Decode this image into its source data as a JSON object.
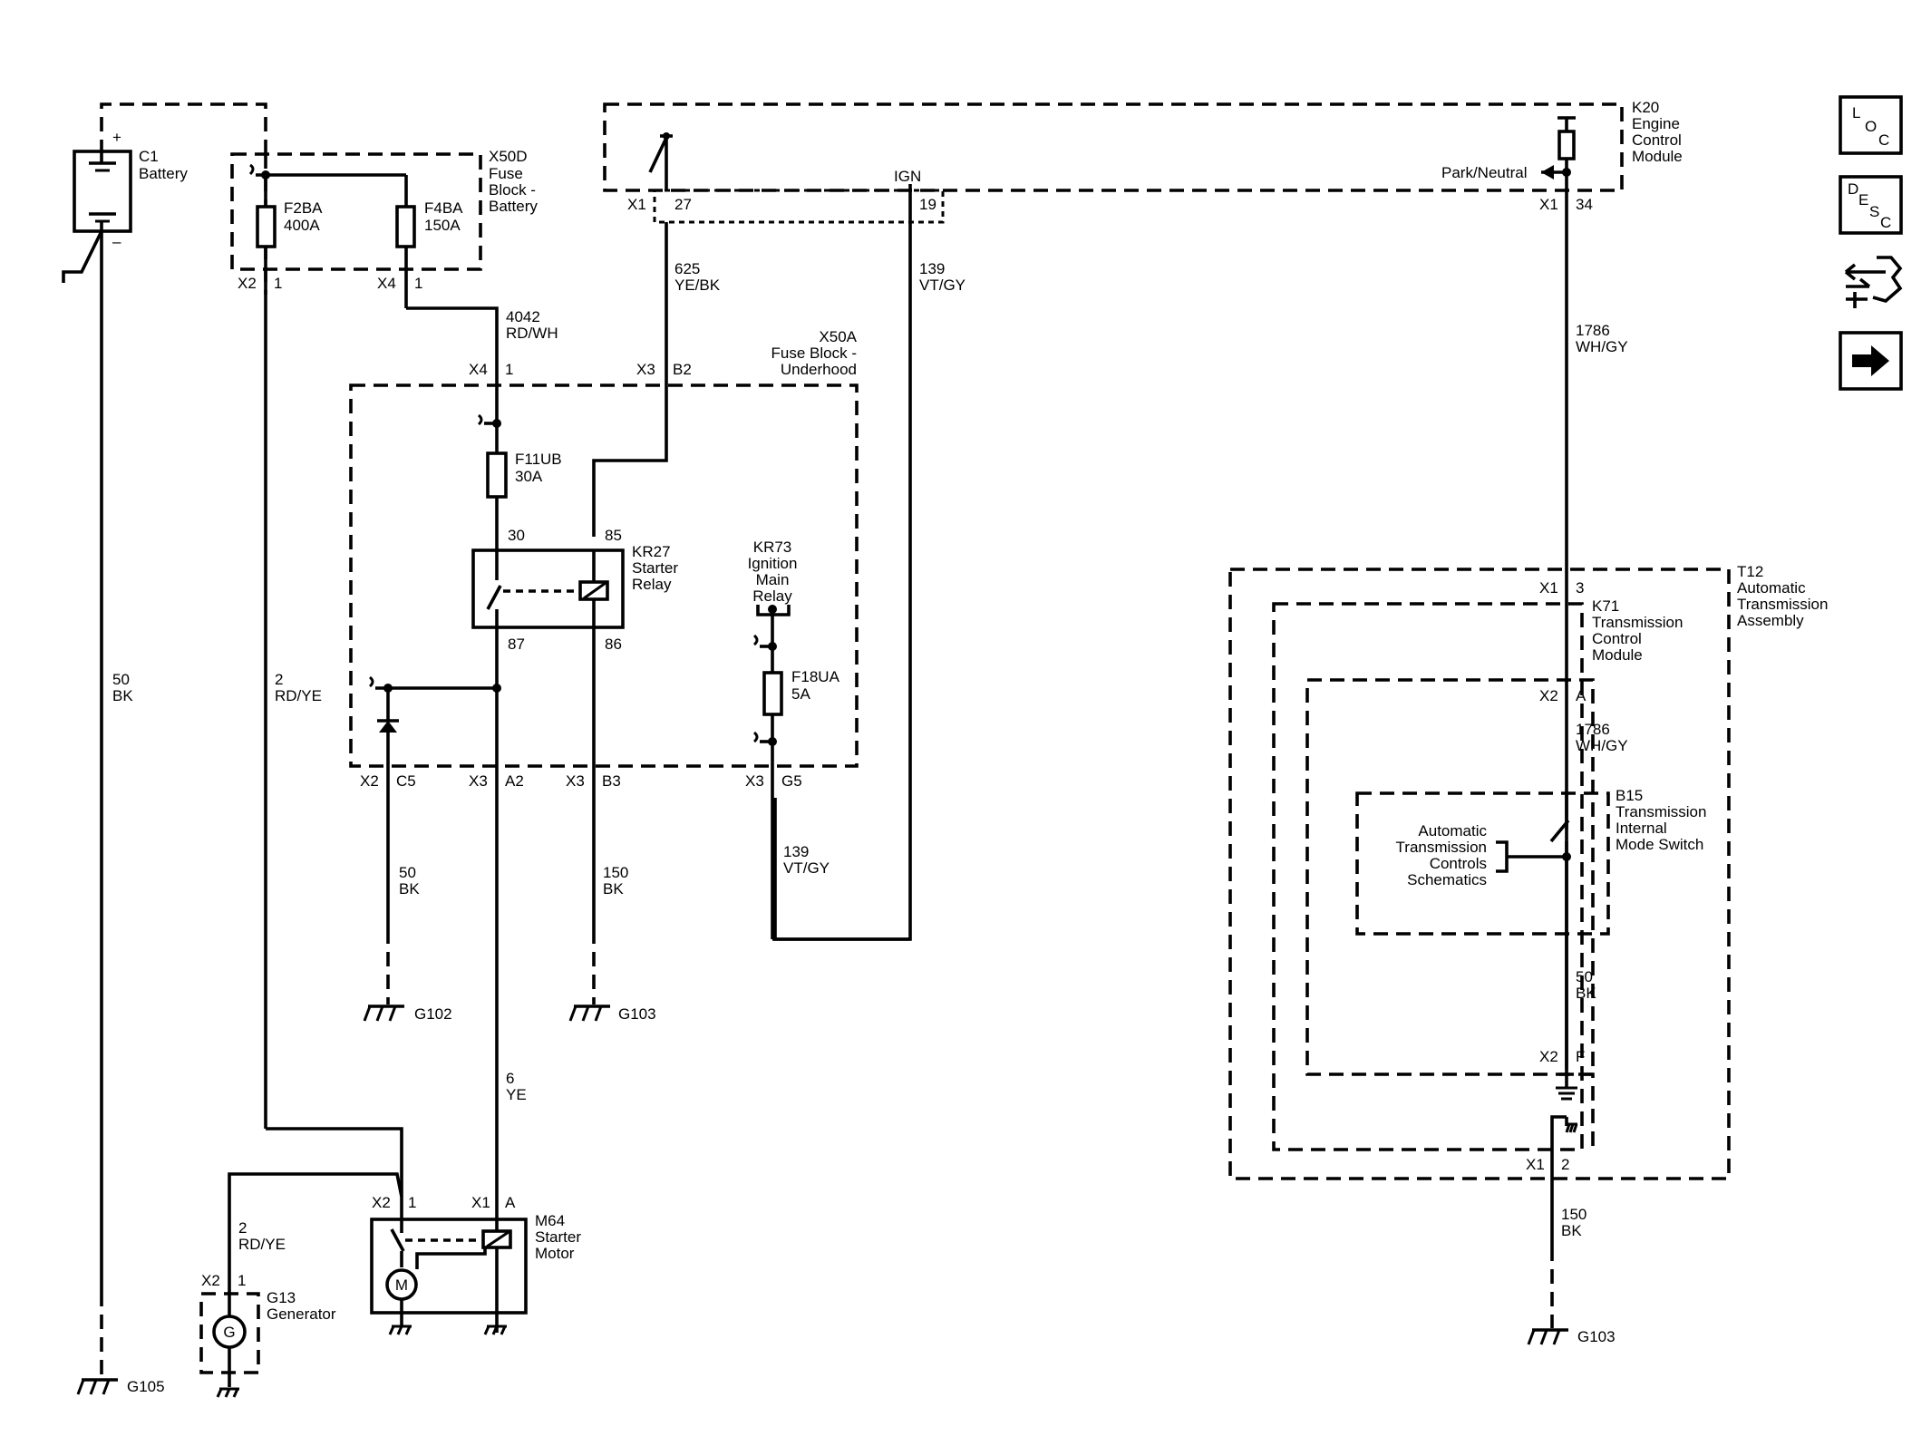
{
  "components": {
    "battery": {
      "ref": "C1",
      "name": "Battery",
      "plus": "+",
      "minus": "–"
    },
    "fuse_block_battery": {
      "ref": "X50D",
      "name_lines": [
        "Fuse",
        "Block -",
        "Battery"
      ]
    },
    "f2ba": {
      "ref": "F2BA",
      "rating": "400A"
    },
    "f4ba": {
      "ref": "F4BA",
      "rating": "150A"
    },
    "fuse_block_underhood": {
      "ref": "X50A",
      "name_lines": [
        "Fuse Block -",
        "Underhood"
      ]
    },
    "f11ub": {
      "ref": "F11UB",
      "rating": "30A"
    },
    "kr27": {
      "ref": "KR27",
      "name_lines": [
        "Starter",
        "Relay"
      ],
      "pins": [
        "30",
        "85",
        "87",
        "86"
      ]
    },
    "kr73": {
      "ref": "KR73",
      "name_lines": [
        "Ignition",
        "Main",
        "Relay"
      ]
    },
    "f18ua": {
      "ref": "F18UA",
      "rating": "5A"
    },
    "k20": {
      "ref": "K20",
      "name_lines": [
        "Engine",
        "Control",
        "Module"
      ],
      "ign": "IGN",
      "park_neutral": "Park/Neutral"
    },
    "t12": {
      "ref": "T12",
      "name_lines": [
        "Automatic",
        "Transmission",
        "Assembly"
      ]
    },
    "k71": {
      "ref": "K71",
      "name_lines": [
        "Transmission",
        "Control",
        "Module"
      ]
    },
    "b15": {
      "ref": "B15",
      "name_lines": [
        "Transmission",
        "Internal",
        "Mode Switch"
      ],
      "ref_lines": [
        "Automatic",
        "Transmission",
        "Controls",
        "Schematics"
      ]
    },
    "m64": {
      "ref": "M64",
      "name_lines": [
        "Starter",
        "Motor"
      ],
      "symbol": "M"
    },
    "g13": {
      "ref": "G13",
      "name_lines": [
        "Generator"
      ],
      "symbol": "G"
    }
  },
  "connectors": {
    "x2_1_f2ba": [
      "X2",
      "1"
    ],
    "x4_1_f4ba": [
      "X4",
      "1"
    ],
    "x4_1_x50a": [
      "X4",
      "1"
    ],
    "x3_b2": [
      "X3",
      "B2"
    ],
    "x1_27": [
      "X1",
      "27"
    ],
    "pin_19": "19",
    "x1_34": [
      "X1",
      "34"
    ],
    "x2_c5": [
      "X2",
      "C5"
    ],
    "x3_a2": [
      "X3",
      "A2"
    ],
    "x3_b3": [
      "X3",
      "B3"
    ],
    "x3_g5": [
      "X3",
      "G5"
    ],
    "x1_3": [
      "X1",
      "3"
    ],
    "x2_a": [
      "X2",
      "A"
    ],
    "x2_f": [
      "X2",
      "F"
    ],
    "x1_2": [
      "X1",
      "2"
    ],
    "m64_x2_1": [
      "X2",
      "1"
    ],
    "m64_x1_a": [
      "X1",
      "A"
    ],
    "g13_x2_1": [
      "X2",
      "1"
    ]
  },
  "wires": {
    "w50_bk_battery": [
      "50",
      "BK"
    ],
    "w2_rdye": [
      "2",
      "RD/YE"
    ],
    "w4042": [
      "4042",
      "RD/WH"
    ],
    "w625": [
      "625",
      "YE/BK"
    ],
    "w139_top": [
      "139",
      "VT/GY"
    ],
    "w1786_top": [
      "1786",
      "WH/GY"
    ],
    "w50_bk_g102": [
      "50",
      "BK"
    ],
    "w150_bk_g103": [
      "150",
      "BK"
    ],
    "w139_bottom": [
      "139",
      "VT/GY"
    ],
    "w1786_trans": [
      "1786",
      "WH/GY"
    ],
    "w50_bk_trans": [
      "50",
      "BK"
    ],
    "w6_ye": [
      "6",
      "YE"
    ],
    "w2_rdye_gen": [
      "2",
      "RD/YE"
    ],
    "w150_bk_trans": [
      "150",
      "BK"
    ]
  },
  "grounds": {
    "g105": "G105",
    "g102": "G102",
    "g103_left": "G103",
    "g103_right": "G103"
  },
  "nav_buttons": {
    "loc": [
      "L",
      "O",
      "C"
    ],
    "desc": [
      "D",
      "E",
      "S",
      "C"
    ]
  }
}
